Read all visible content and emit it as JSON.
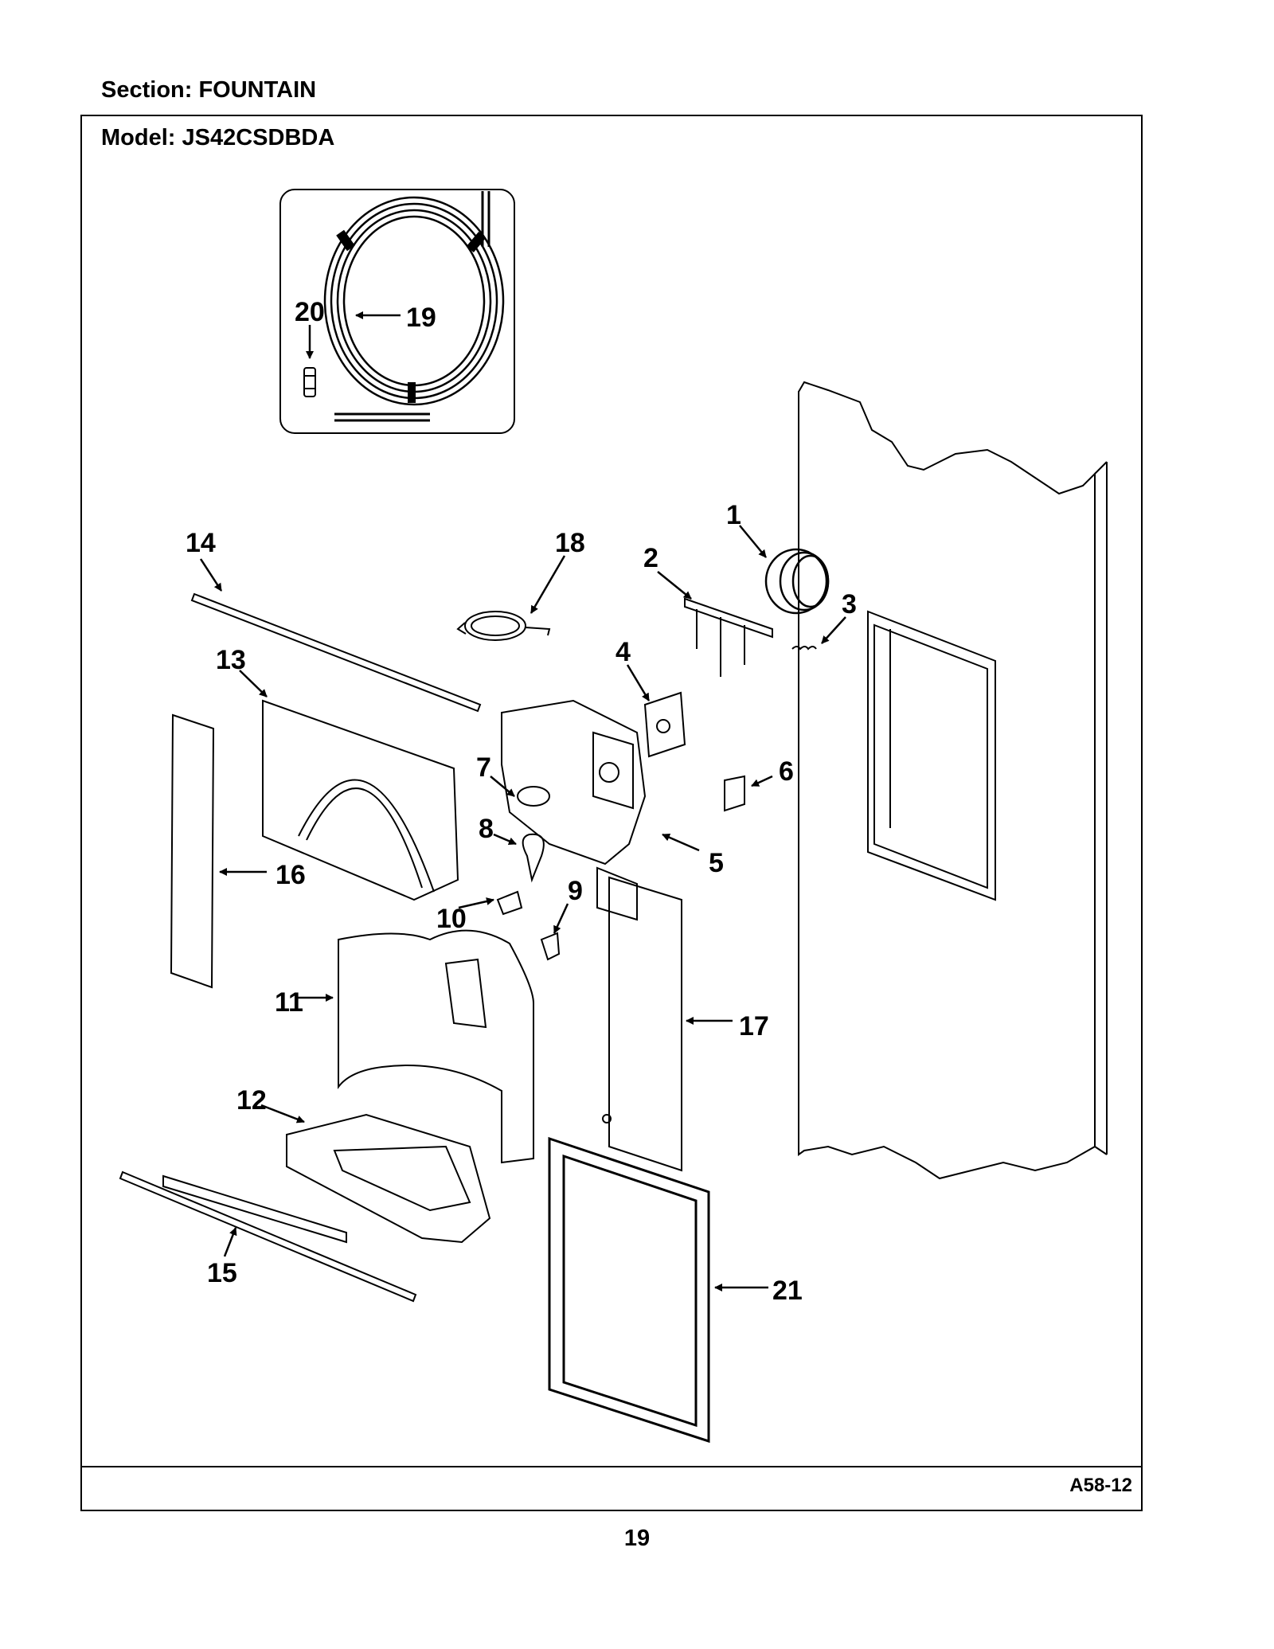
{
  "header": {
    "section_label": "Section:  FOUNTAIN",
    "model_label": "Model:  JS42CSDBDA"
  },
  "footer": {
    "diagram_code": "A58-12",
    "page_number": "19"
  },
  "callouts": [
    "1",
    "2",
    "3",
    "4",
    "5",
    "6",
    "7",
    "8",
    "9",
    "10",
    "11",
    "12",
    "13",
    "14",
    "15",
    "16",
    "17",
    "18",
    "19",
    "20",
    "21"
  ]
}
